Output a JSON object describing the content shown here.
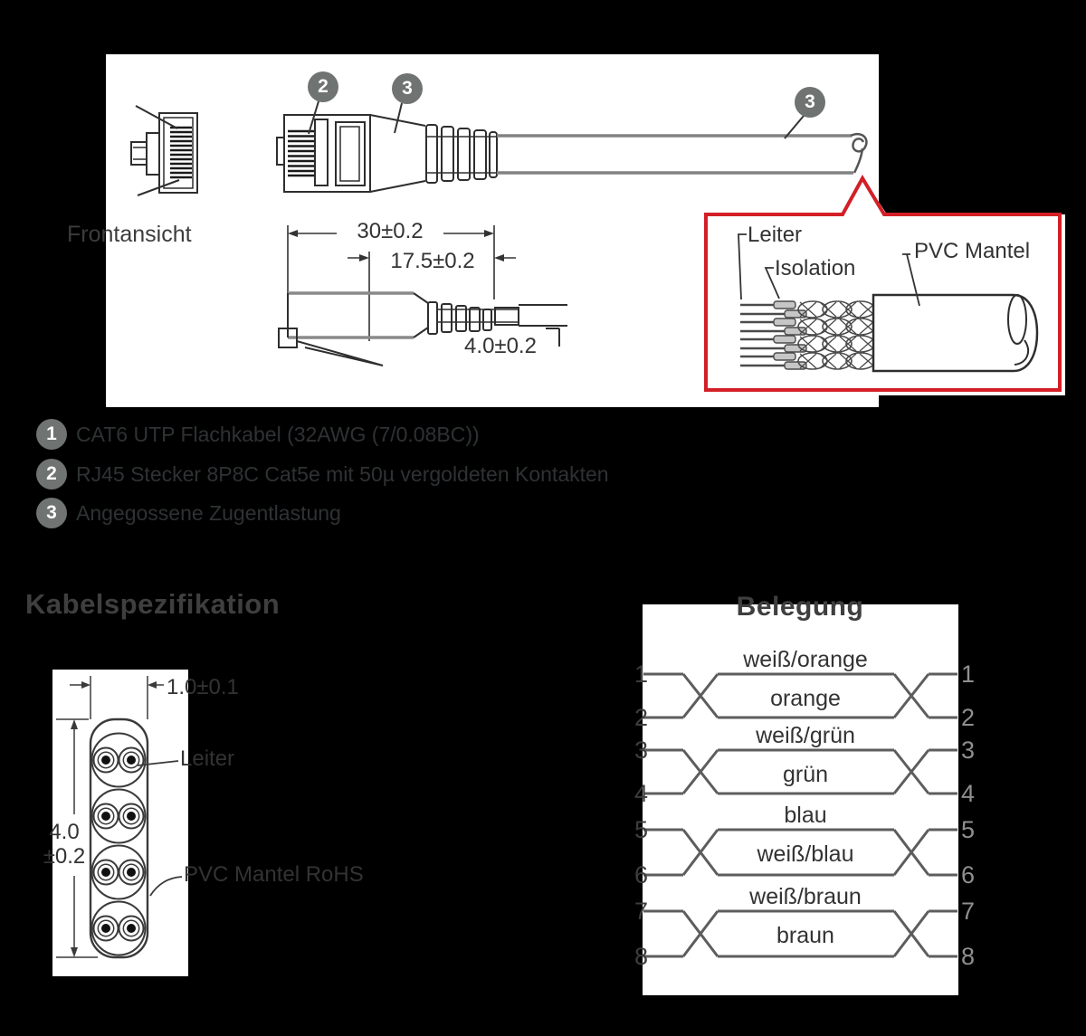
{
  "background": "#000000",
  "panel_color": "#ffffff",
  "accent_red": "#d31f26",
  "badge_gray": "#6f7372",
  "top_diagram": {
    "front_view_caption": "Frontansicht",
    "callout_front": "2",
    "callout_boot": "3",
    "callout_cable": "3",
    "dim_total": "30±0.2",
    "dim_body": "17.5±0.2",
    "dim_cable": "4.0±0.2",
    "detail": {
      "leiter": "Leiter",
      "isolation": "Isolation",
      "pvc_mantel": "PVC Mantel"
    }
  },
  "legend": {
    "items": [
      {
        "num": "1",
        "text": "CAT6 UTP Flachkabel (32AWG (7/0.08BC))"
      },
      {
        "num": "2",
        "text": "RJ45 Stecker 8P8C Cat5e mit 50µ vergoldeten Kontakten"
      },
      {
        "num": "3",
        "text": "Angegossene Zugentlastung"
      }
    ]
  },
  "kabelspezifikation": {
    "title": "Kabelspezifikation",
    "dim_width": "1.0±0.1",
    "dim_height_top": "4.0",
    "dim_height_bottom": "±0.2",
    "label_leiter": "Leiter",
    "label_mantel": "PVC Mantel RoHS"
  },
  "belegung": {
    "title": "Belegung",
    "pairs": [
      {
        "pin_top": "1",
        "pin_bottom": "2",
        "wire_top": "weiß/orange",
        "wire_bottom": "orange"
      },
      {
        "pin_top": "3",
        "pin_bottom": "4",
        "wire_top": "weiß/grün",
        "wire_bottom": "grün"
      },
      {
        "pin_top": "5",
        "pin_bottom": "6",
        "wire_top": "blau",
        "wire_bottom": "weiß/blau"
      },
      {
        "pin_top": "7",
        "pin_bottom": "8",
        "wire_top": "weiß/braun",
        "wire_bottom": "braun"
      }
    ]
  }
}
